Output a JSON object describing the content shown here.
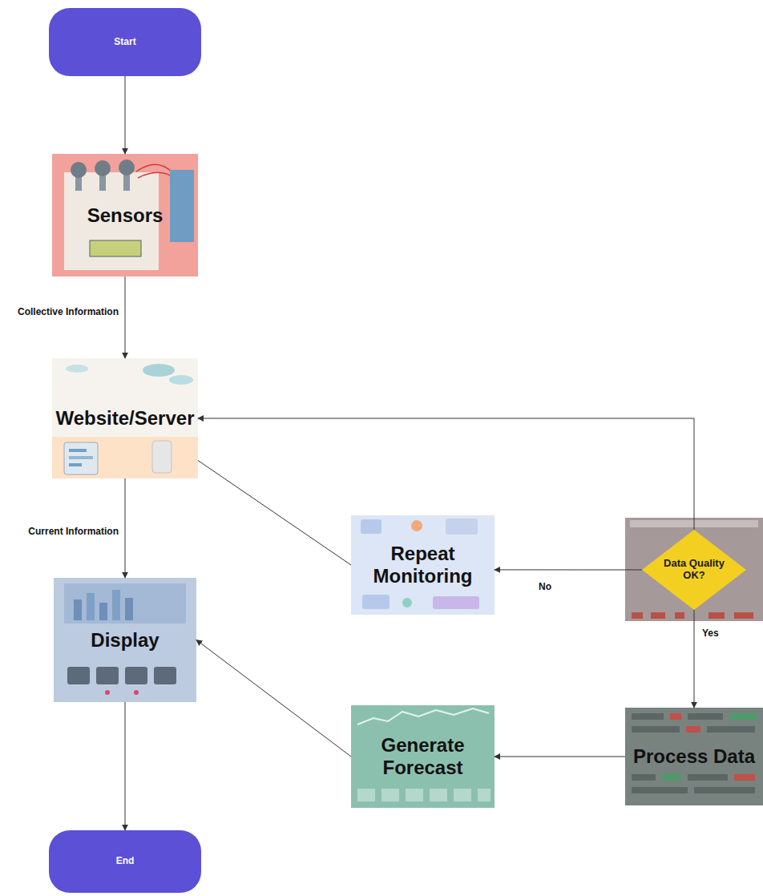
{
  "diagram": {
    "nodes": [
      {
        "text": [
          "Start"
        ]
      },
      {
        "text": [
          "Sensors"
        ]
      },
      {
        "text": [
          "Website/Server"
        ]
      },
      {
        "text": [
          "Display"
        ]
      },
      {
        "text": [
          "Repeat Monitoring"
        ]
      },
      {
        "text": [
          "Data Quality OK?"
        ]
      },
      {
        "text": [
          "Generate Forecast"
        ]
      },
      {
        "text": [
          "Process Data"
        ]
      },
      {
        "text": [
          "End"
        ]
      }
    ],
    "edges": [
      {
        "from": 0,
        "to": 1,
        "arrow": "to"
      },
      {
        "from": 1,
        "to": 2,
        "label": "Collective Information",
        "arrow": "to"
      },
      {
        "from": 2,
        "to": 3,
        "label": "Current Information",
        "arrow": "to"
      },
      {
        "from": 3,
        "to": 8,
        "arrow": "to"
      },
      {
        "from": 5,
        "to": 2,
        "arrow": "to"
      },
      {
        "from": 4,
        "to": 2,
        "arrow": "none"
      },
      {
        "from": 5,
        "to": 4,
        "label": "No",
        "arrow": "to"
      },
      {
        "from": 5,
        "to": 7,
        "label": "Yes",
        "arrow": "to"
      },
      {
        "from": 7,
        "to": 6,
        "arrow": "to"
      },
      {
        "from": 6,
        "to": 3,
        "arrow": "to"
      }
    ]
  }
}
